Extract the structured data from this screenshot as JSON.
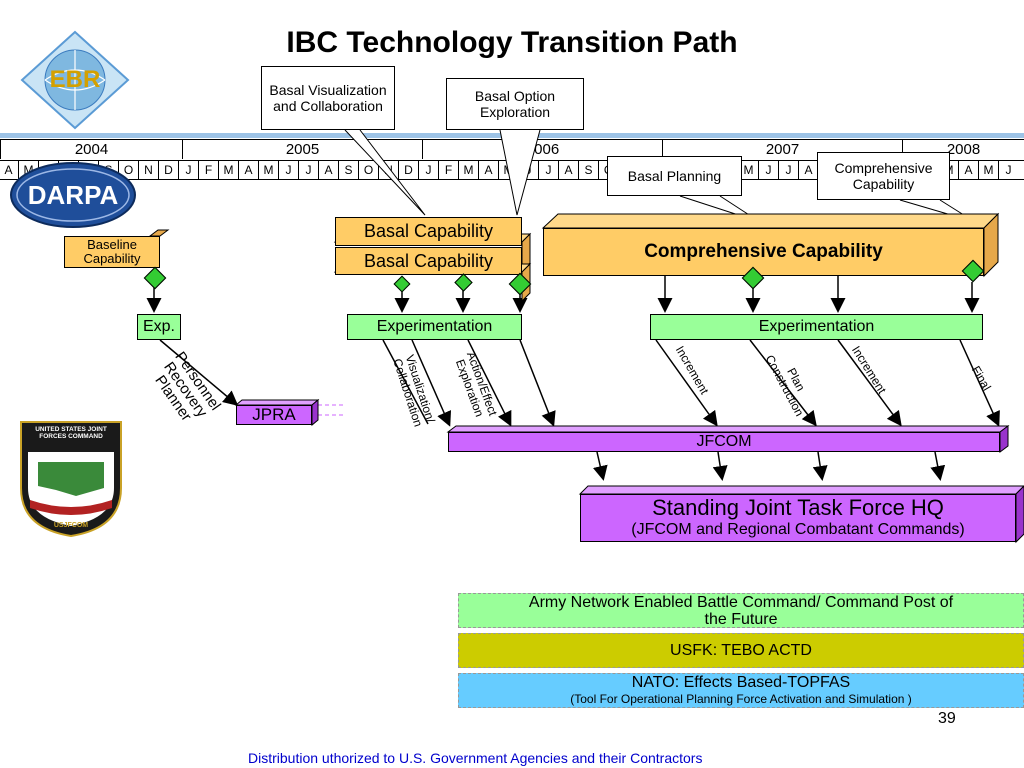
{
  "title": "IBC Technology Transition Path",
  "logos": {
    "ebr": "EBR",
    "darpa": "DARPA",
    "jfcom_seal_top": "UNITED STATES JOINT FORCES COMMAND",
    "jfcom_seal_bottom": "USJFCOM"
  },
  "timeline": {
    "years": [
      "2004",
      "2005",
      "2006",
      "2007",
      "2008"
    ],
    "months": [
      "A",
      "M",
      "J",
      "J",
      "A",
      "S",
      "O",
      "N",
      "D",
      "J",
      "F",
      "M",
      "A",
      "M",
      "J",
      "J",
      "A",
      "S",
      "O",
      "N",
      "D",
      "J",
      "F",
      "M",
      "A",
      "M",
      "J",
      "J",
      "A",
      "S",
      "O",
      "N",
      "D",
      "J",
      "F",
      "M",
      "A",
      "M",
      "J",
      "J",
      "A",
      "S",
      "O",
      "N",
      "D",
      "J",
      "F",
      "M",
      "A",
      "M",
      "J"
    ]
  },
  "callouts": {
    "basal_vis": "Basal Visualization and Collaboration",
    "basal_option": "Basal Option Exploration",
    "basal_planning": "Basal Planning",
    "comprehensive": "Comprehensive Capability"
  },
  "capabilities": {
    "baseline": "Baseline Capability",
    "basal1": "Basal Capability",
    "basal2": "Basal Capability",
    "comprehensive": "Comprehensive Capability"
  },
  "experiments": {
    "exp": "Exp.",
    "experimentation1": "Experimentation",
    "experimentation2": "Experimentation"
  },
  "flow_labels": {
    "personnel": "Personnel Recovery Planner",
    "vis": "Visualization/ Collaboration",
    "action": "Action/Effect Exploration",
    "increment1": "Increment",
    "plan": "Plan Construction",
    "increment2": "Increment",
    "final": "Final"
  },
  "jpra": "JPRA",
  "jfcom": "JFCOM",
  "sjtf": {
    "title": "Standing Joint Task Force HQ",
    "subtitle": "(JFCOM and Regional Combatant Commands)"
  },
  "bands": {
    "army": "Army Network Enabled Battle Command/ Command Post of the Future",
    "usfk": "USFK: TEBO ACTD",
    "nato_title": "NATO: Effects Based-TOPFAS",
    "nato_sub": "(Tool For Operational Planning Force Activation and Simulation )"
  },
  "page_number": "39",
  "footer": "Distribution uthorized to U.S. Government Agencies and their Contractors",
  "colors": {
    "orange": "#ffcc66",
    "green": "#99ff99",
    "purple": "#cc66ff",
    "olive": "#cccc00",
    "cyan": "#66ccff",
    "footer_blue": "#0000cc"
  }
}
